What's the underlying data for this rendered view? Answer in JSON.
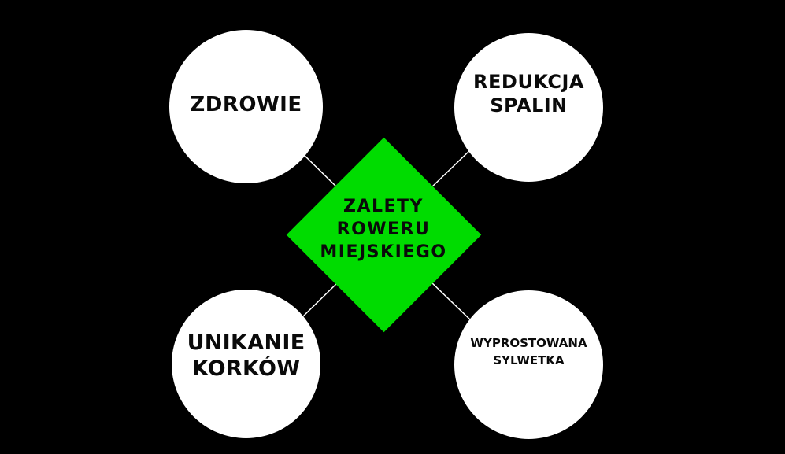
{
  "diagram": {
    "title": "ZALETY ROWERU MIEJSKIEGO",
    "center": {
      "lines": [
        "ZALETY",
        "ROWERU",
        "MIEJSKIEGO"
      ],
      "shape": "diamond",
      "color": "#00dc00"
    },
    "nodes": [
      {
        "position": "top-left",
        "lines": [
          "ZDROWIE"
        ]
      },
      {
        "position": "top-right",
        "lines": [
          "REDUKCJA",
          "SPALIN"
        ]
      },
      {
        "position": "bottom-left",
        "lines": [
          "UNIKANIE",
          "KORKÓW"
        ]
      },
      {
        "position": "bottom-right",
        "lines": [
          "WYPROSTOWANA",
          "SYLWETKA"
        ]
      }
    ],
    "colors": {
      "background": "#000000",
      "node_fill": "#ffffff",
      "connector": "#ffffff",
      "text": "#0a0a0a"
    }
  }
}
